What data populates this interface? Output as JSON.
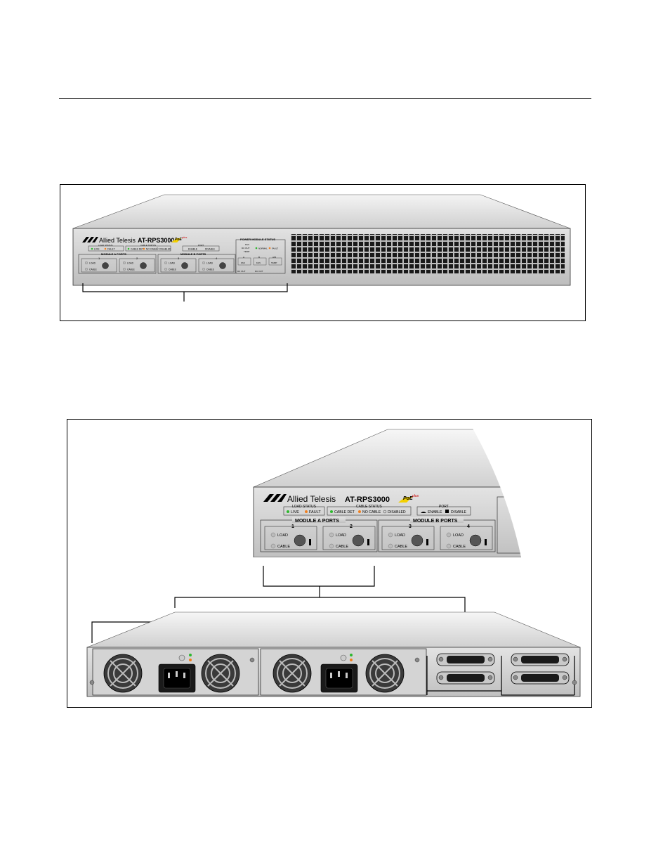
{
  "front_panel": {
    "brand": "Allied Telesis",
    "tm": "™",
    "model": "AT-RPS3000",
    "poe_main": "PoE",
    "poe_sup": "plus",
    "load_status_title": "LOAD STATUS",
    "load_status_live": "LIVE",
    "load_status_fault": "FAULT",
    "cable_status_title": "CABLE STATUS",
    "cable_status_det": "CABLE DET",
    "cable_status_nocable": "NO CABLE",
    "cable_status_disabled": "DISABLED",
    "port_title": "PORT",
    "port_enable": "ENABLE",
    "port_disable": "DISABLE",
    "module_a_title": "MODULE A PORTS",
    "module_b_title": "MODULE B PORTS",
    "port_numbers": [
      "1",
      "2",
      "3",
      "4"
    ],
    "load_label": "LOAD",
    "cable_label": "CABLE",
    "power_module_status_title": "POWER MODULE STATUS",
    "pm_fan": "FAN",
    "pm_dc_out": "DC OUT",
    "pm_temp": "TEMP",
    "pm_normal": "NORMAL",
    "pm_fault": "FAULT",
    "pm_a": "A",
    "pm_b": "B",
    "pm_ab": "A/B",
    "pm_fan_label": "FAN",
    "pm_temp_label": "TEMP"
  }
}
